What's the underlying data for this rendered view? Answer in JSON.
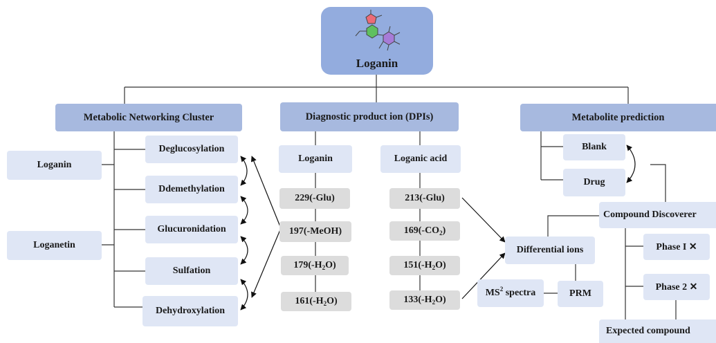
{
  "root": {
    "label": "Loganin"
  },
  "mnc": {
    "header": "Metabolic Networking Cluster",
    "parents": [
      "Loganin",
      "Loganetin"
    ],
    "reactions": [
      "Deglucosylation",
      "Ddemethylation",
      "Glucuronidation",
      "Sulfation",
      "Dehydroxylation"
    ]
  },
  "dpi": {
    "header": "Diagnostic product ion (DPIs)",
    "loganin": {
      "label": "Loganin",
      "ions": [
        {
          "mass": "229",
          "loss": "(-Glu)",
          "sub": ""
        },
        {
          "mass": "197",
          "loss": "(-MeOH)",
          "sub": ""
        },
        {
          "mass": "179",
          "loss": "(-H",
          "sub": "2",
          "tail": "O)"
        },
        {
          "mass": "161",
          "loss": "(-H",
          "sub": "2",
          "tail": "O)"
        }
      ]
    },
    "loganic_acid": {
      "label": "Loganic acid",
      "ions": [
        {
          "mass": "213",
          "loss": "(-Glu)",
          "sub": ""
        },
        {
          "mass": "169",
          "loss": "(-CO",
          "sub": "2",
          "tail": ")"
        },
        {
          "mass": "151",
          "loss": "(-H",
          "sub": "2",
          "tail": "O)"
        },
        {
          "mass": "133",
          "loss": "(-H",
          "sub": "2",
          "tail": "O)"
        }
      ]
    }
  },
  "mp": {
    "header": "Metabolite prediction",
    "blank": "Blank",
    "drug": "Drug",
    "cd": "Compound Discoverer",
    "phase1": "Phase I ✕",
    "phase2": "Phase 2 ✕",
    "expected": "Expected compound",
    "diff": "Differential ions",
    "ms2": "MS",
    "ms2_sup": "2",
    "ms2_tail": " spectra",
    "prm": "PRM"
  }
}
